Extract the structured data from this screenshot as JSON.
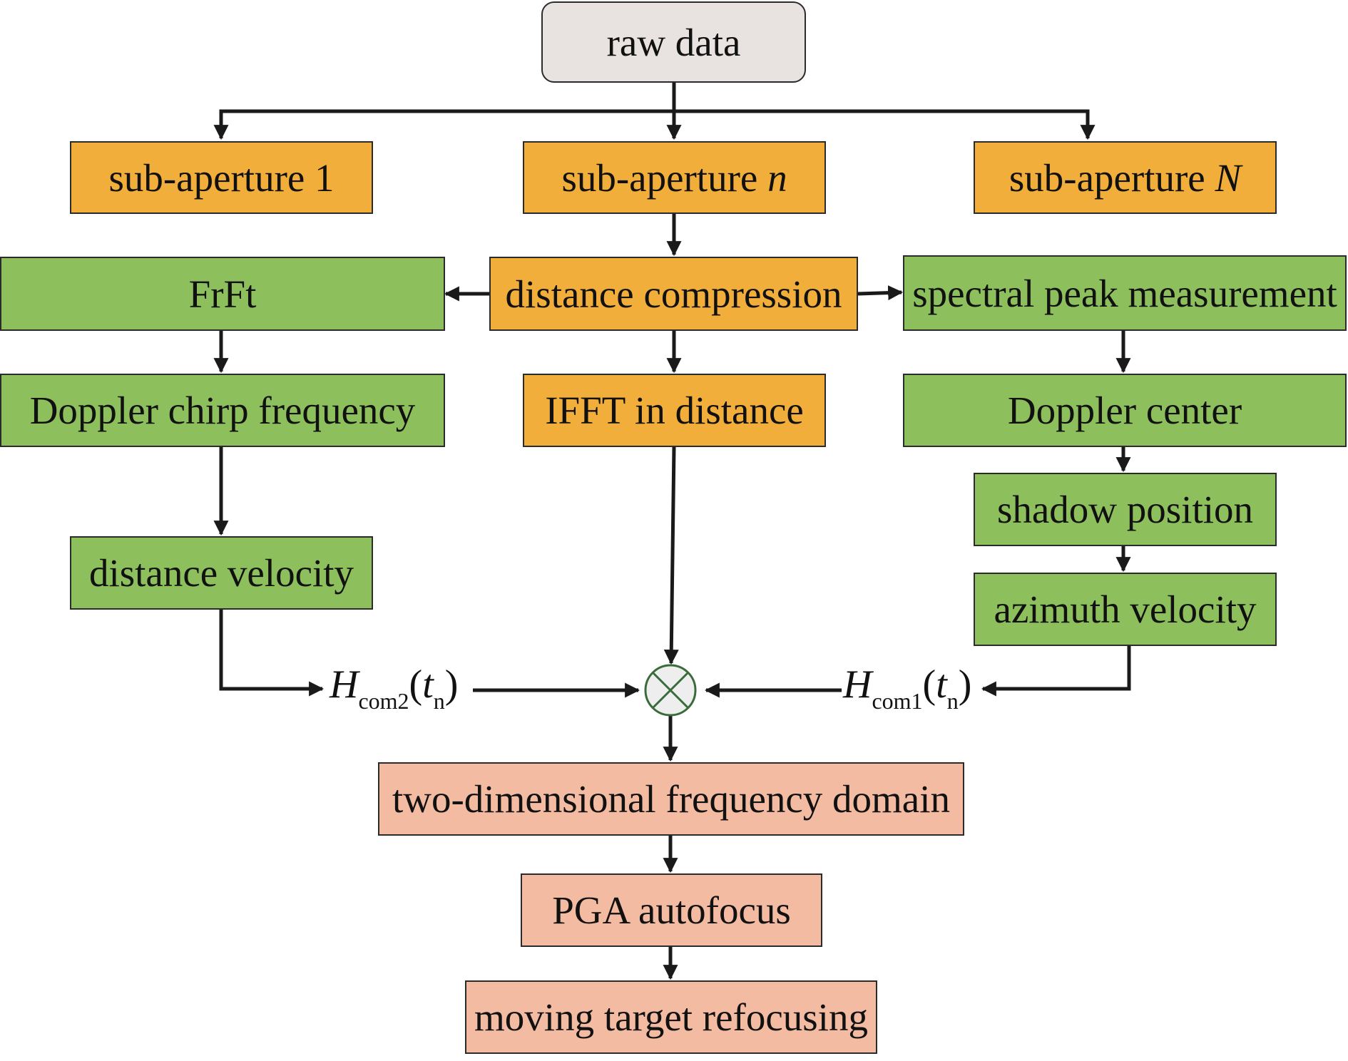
{
  "colors": {
    "input": "#e8e2e0",
    "stage1": "#f2ae3b",
    "estimation": "#8dc05c",
    "output": "#f3bca2",
    "line": "#1a1a1a"
  },
  "nodes": {
    "raw_data": "raw data",
    "sub1": "sub-aperture 1",
    "subn": {
      "text": "sub-aperture ",
      "var": "n"
    },
    "subN": {
      "text": "sub-aperture ",
      "var": "N"
    },
    "frft": "FrFt",
    "distance_compression": "distance compression",
    "spectral_peak": "spectral peak measurement",
    "doppler_chirp": "Doppler chirp frequency",
    "ifft": "IFFT in distance",
    "doppler_center": "Doppler center",
    "shadow_position": "shadow position",
    "distance_velocity": "distance velocity",
    "azimuth_velocity": "azimuth velocity",
    "two_dim": "two-dimensional frequency domain",
    "pga": "PGA autofocus",
    "refocus": "moving target refocusing"
  },
  "labels": {
    "hcom2": {
      "main": "H",
      "sub": "com2",
      "arg": "t",
      "arg_sub": "n"
    },
    "hcom1": {
      "main": "H",
      "sub": "com1",
      "arg": "t",
      "arg_sub": "n"
    }
  },
  "multiplier_symbol": "multiply-circle-icon"
}
